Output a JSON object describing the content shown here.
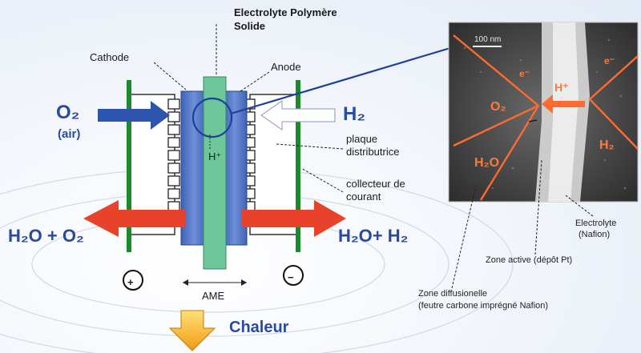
{
  "labels": {
    "electrolyte_title_line1": "Electrolyte Polymère",
    "electrolyte_title_line2": "Solide",
    "cathode": "Cathode",
    "anode": "Anode",
    "plaque_line1": "plaque",
    "plaque_line2": "distributrice",
    "collecteur_line1": "collecteur de",
    "collecteur_line2": "courant",
    "ame": "AME",
    "chaleur": "Chaleur",
    "h_plus_cell": "H⁺",
    "plus_sign": "+",
    "minus_sign": "−"
  },
  "species": {
    "o2_left": "O₂",
    "o2_air": "(air)",
    "h2_right": "H₂",
    "h2o_o2": "H₂O + O₂",
    "h2o_h2": "H₂O+ H₂"
  },
  "micrograph": {
    "scale_label": "100 nm",
    "e_left": "e⁻",
    "e_right": "e⁻",
    "o2": "O₂",
    "h_plus": "H⁺",
    "h2o": "H₂O",
    "h2": "H₂",
    "electrolyte_line1": "Electrolyte",
    "electrolyte_line2": "(Nafion)",
    "zone_active": "Zone active (dépôt Pt)",
    "zone_diff_line1": "Zone diffusionelle",
    "zone_diff_line2": "(feutre carbone imprégné Nafion)"
  },
  "colors": {
    "membrane": "#6dc79a",
    "electrode": "#4f74c4",
    "collector": "#1a8a2a",
    "arrow_red": "#e8432a",
    "arrow_blue": "#2d55b0",
    "heat": "#f5b120",
    "text_blue": "#2a4aa0",
    "annot_orange": "#ff7a3a"
  }
}
